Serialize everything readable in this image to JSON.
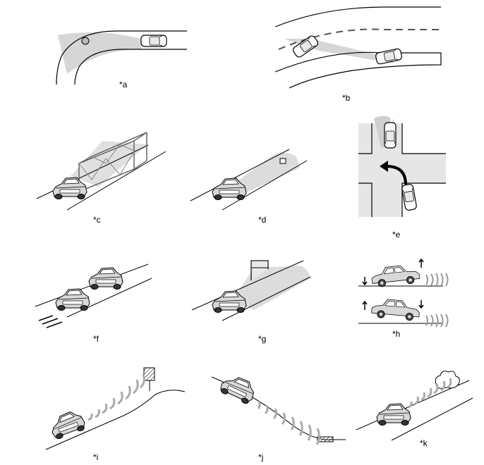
{
  "figure": {
    "panels": [
      {
        "id": "a",
        "label": "*a",
        "scene": "car on curved road, radar beam sweeping off the road toward roadside object"
      },
      {
        "id": "b",
        "label": "*b",
        "scene": "two cars on a curved multi-lane road, beam hits car in adjacent lane"
      },
      {
        "id": "c",
        "label": "*c",
        "scene": "car approaching overhead truss structure / gantry"
      },
      {
        "id": "d",
        "label": "*d",
        "scene": "car approaching small object lying on the road"
      },
      {
        "id": "e",
        "label": "*e",
        "scene": "car turning left at intersection with oncoming car"
      },
      {
        "id": "f",
        "label": "*f",
        "scene": "two cars, rear car accelerating on slippery road"
      },
      {
        "id": "g",
        "label": "*g",
        "scene": "car approaching a gate / low overhead barrier"
      },
      {
        "id": "h",
        "label": "*h",
        "scene": "car pitching nose up and nose down, waves emitted from front"
      },
      {
        "id": "i",
        "label": "*i",
        "scene": "car climbing a slope toward a sign at the top"
      },
      {
        "id": "j",
        "label": "*j",
        "scene": "car descending a slope, waves hitting the road surface at the bottom"
      },
      {
        "id": "k",
        "label": "*k",
        "scene": "car on road with steam/smoke cloud ahead"
      }
    ]
  }
}
